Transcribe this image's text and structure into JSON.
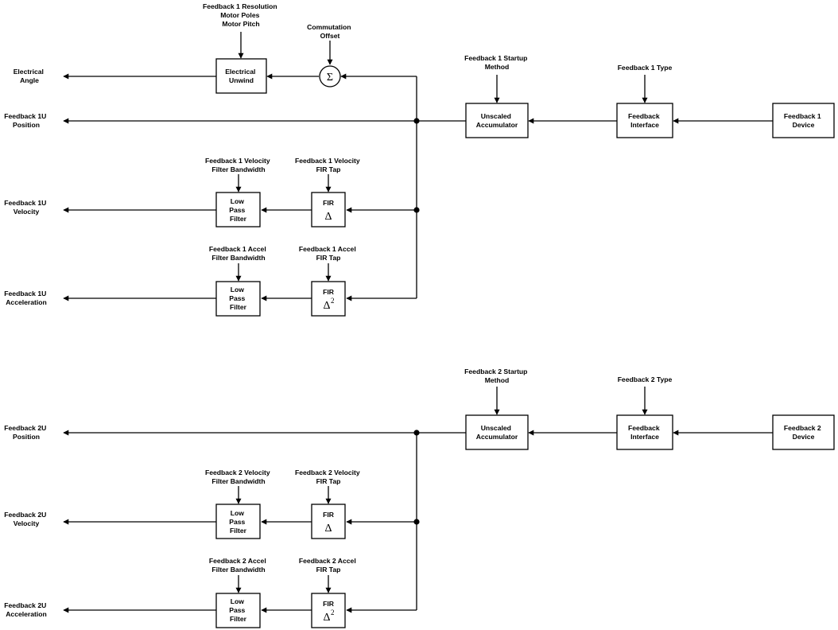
{
  "sections": [
    {
      "inputs": {
        "resolution": [
          "Feedback 1 Resolution",
          "Motor Poles",
          "Motor Pitch"
        ],
        "commutation": [
          "Commutation",
          "Offset"
        ],
        "startup": [
          "Feedback 1 Startup",
          "Method"
        ],
        "type": [
          "Feedback 1 Type"
        ],
        "vel_bw": [
          "Feedback 1 Velocity",
          "Filter Bandwidth"
        ],
        "vel_fir": [
          "Feedback 1 Velocity",
          "FIR Tap"
        ],
        "acc_bw": [
          "Feedback 1 Accel",
          "Filter Bandwidth"
        ],
        "acc_fir": [
          "Feedback 1 Accel",
          "FIR Tap"
        ]
      },
      "outputs": {
        "angle": [
          "Electrical",
          "Angle"
        ],
        "position": [
          "Feedback 1U",
          "Position"
        ],
        "velocity": [
          "Feedback 1U",
          "Velocity"
        ],
        "acceleration": [
          "Feedback 1U",
          "Acceleration"
        ]
      },
      "blocks": {
        "unwind": [
          "Electrical",
          "Unwind"
        ],
        "sum_symbol": "Σ",
        "accumulator": [
          "Unscaled",
          "Accumulator"
        ],
        "interface": [
          "Feedback",
          "Interface"
        ],
        "device": [
          "Feedback 1",
          "Device"
        ],
        "vel_lpf": [
          "Low",
          "Pass",
          "Filter"
        ],
        "vel_fir": "FIR",
        "vel_symbol": "Δ",
        "acc_lpf": [
          "Low",
          "Pass",
          "Filter"
        ],
        "acc_fir": "FIR",
        "acc_symbol": "Δ",
        "acc_exponent": "2"
      }
    },
    {
      "inputs": {
        "startup": [
          "Feedback 2 Startup",
          "Method"
        ],
        "type": [
          "Feedback 2 Type"
        ],
        "vel_bw": [
          "Feedback 2 Velocity",
          "Filter Bandwidth"
        ],
        "vel_fir": [
          "Feedback 2 Velocity",
          "FIR Tap"
        ],
        "acc_bw": [
          "Feedback 2 Accel",
          "Filter Bandwidth"
        ],
        "acc_fir": [
          "Feedback 2 Accel",
          "FIR Tap"
        ]
      },
      "outputs": {
        "position": [
          "Feedback 2U",
          "Position"
        ],
        "velocity": [
          "Feedback 2U",
          "Velocity"
        ],
        "acceleration": [
          "Feedback 2U",
          "Acceleration"
        ]
      },
      "blocks": {
        "accumulator": [
          "Unscaled",
          "Accumulator"
        ],
        "interface": [
          "Feedback",
          "Interface"
        ],
        "device": [
          "Feedback 2",
          "Device"
        ],
        "vel_lpf": [
          "Low",
          "Pass",
          "Filter"
        ],
        "vel_fir": "FIR",
        "vel_symbol": "Δ",
        "acc_lpf": [
          "Low",
          "Pass",
          "Filter"
        ],
        "acc_fir": "FIR",
        "acc_symbol": "Δ",
        "acc_exponent": "2"
      }
    }
  ]
}
